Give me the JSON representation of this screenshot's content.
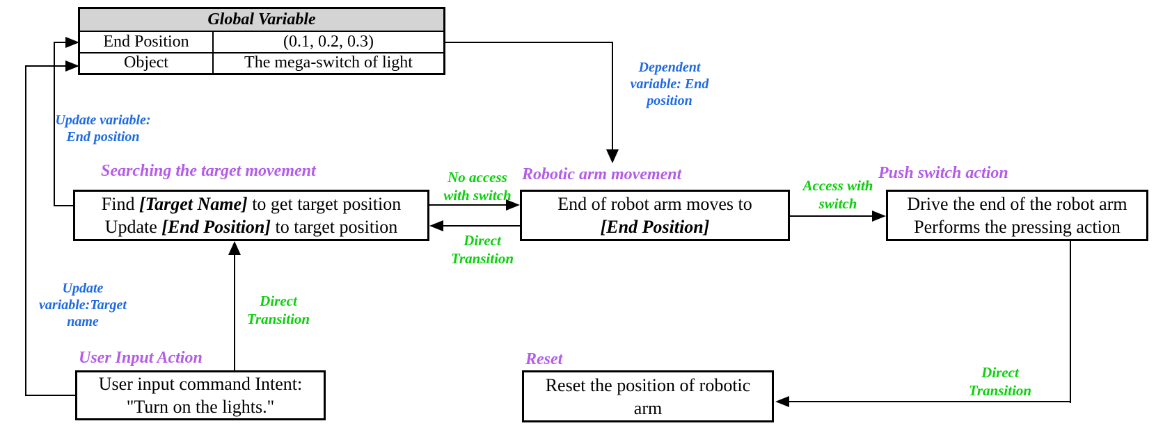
{
  "diagram": {
    "global_variable_table": {
      "title": "Global Variable",
      "rows": [
        {
          "name": "End Position",
          "value": "(0.1, 0.2, 0.3)"
        },
        {
          "name": "Object",
          "value": "The mega-switch of light"
        }
      ]
    },
    "states": {
      "searching": {
        "title": "Searching the target movement",
        "line1_pre": "Find ",
        "line1_em": "[Target Name]",
        "line1_post": " to get target position",
        "line2_pre": "Update ",
        "line2_em": "[End Position]",
        "line2_post": " to target position"
      },
      "robotic_arm": {
        "title": "Robotic arm movement",
        "line1": "End of robot arm moves to",
        "line2_em": "[End Position]"
      },
      "push_switch": {
        "title": "Push switch action",
        "line1": "Drive the end of the robot arm",
        "line2": "Performs the pressing action"
      },
      "user_input": {
        "title": "User Input Action",
        "line1": "User input command Intent:",
        "line2": "\"Turn on the lights.\""
      },
      "reset": {
        "title": "Reset",
        "line1": "Reset the position of robotic",
        "line2": "arm"
      }
    },
    "edge_labels": {
      "update_end_position": "Update variable:\nEnd position",
      "dependent_end_position": "Dependent\nvariable: End\nposition",
      "no_access_with_switch": "No access\nwith switch",
      "direct_transition_robotic_to_searching": "Direct\nTransition",
      "access_with_switch": "Access with\nswitch",
      "update_target_name": "Update\nvariable:Target\nname",
      "direct_transition_user_to_searching": "Direct\nTransition",
      "direct_transition_push_to_reset": "Direct\nTransition"
    },
    "colors": {
      "state_title": "#b45ce8",
      "transition_label": "#0cd00c",
      "variable_label": "#1e6ae1",
      "table_header_bg": "#d4d4d4",
      "line_color": "#000000"
    }
  }
}
